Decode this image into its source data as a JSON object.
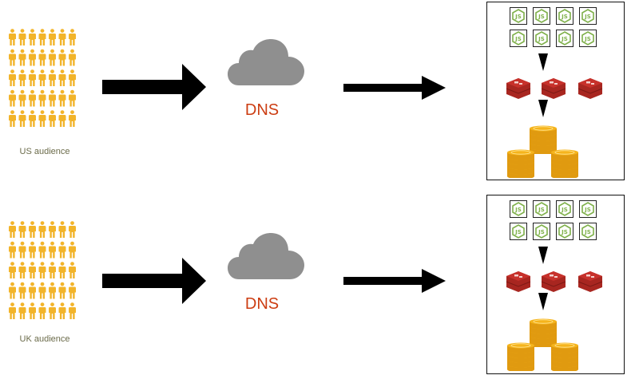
{
  "rows": [
    {
      "audience_label": "US audience",
      "dns_label": "DNS"
    },
    {
      "audience_label": "UK audience",
      "dns_label": "DNS"
    }
  ],
  "icons": {
    "person": "person-icon",
    "cloud": "cloud-icon",
    "nodejs": "nodejs-icon",
    "redis": "redis-icon",
    "coins": "coin-stack-icon",
    "arrow": "arrow-icon"
  },
  "colors": {
    "person": "#f2b42a",
    "cloud": "#8f8f8f",
    "dns_text": "#cc3d12",
    "nodejs_green": "#7fb04a",
    "redis_red": "#c7312b",
    "coin_gold": "#f5b41c",
    "arrow": "#000000"
  }
}
